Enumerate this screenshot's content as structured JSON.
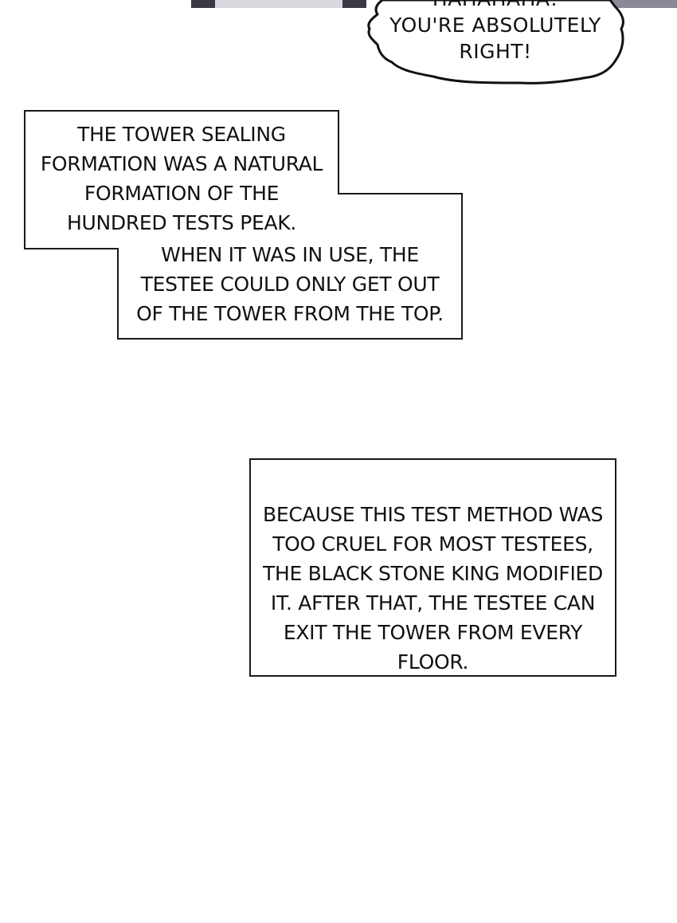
{
  "palette": {
    "background": "#ffffff",
    "ink": "#111111",
    "strip_dark": "#3a3a44",
    "strip_mid": "#8a8a96",
    "strip_light": "#d8d8de"
  },
  "speech_bubble": {
    "lines": [
      "HAHAHAHA!",
      "YOU'RE ABSOLUTELY",
      "RIGHT!"
    ]
  },
  "caption_1": {
    "lines_upper": [
      "THE TOWER SEALING",
      "FORMATION WAS A NATURAL",
      "FORMATION OF THE",
      "HUNDRED TESTS PEAK."
    ],
    "lines_lower": [
      "WHEN IT WAS IN USE, THE",
      "TESTEE COULD ONLY GET OUT",
      "OF THE TOWER FROM THE TOP."
    ]
  },
  "caption_2": {
    "lines": [
      "BECAUSE THIS TEST METHOD WAS",
      "TOO CRUEL FOR MOST TESTEES,",
      "THE BLACK STONE KING MODIFIED",
      "IT. AFTER THAT, THE TESTEE CAN",
      "EXIT THE TOWER FROM EVERY",
      "FLOOR."
    ]
  }
}
